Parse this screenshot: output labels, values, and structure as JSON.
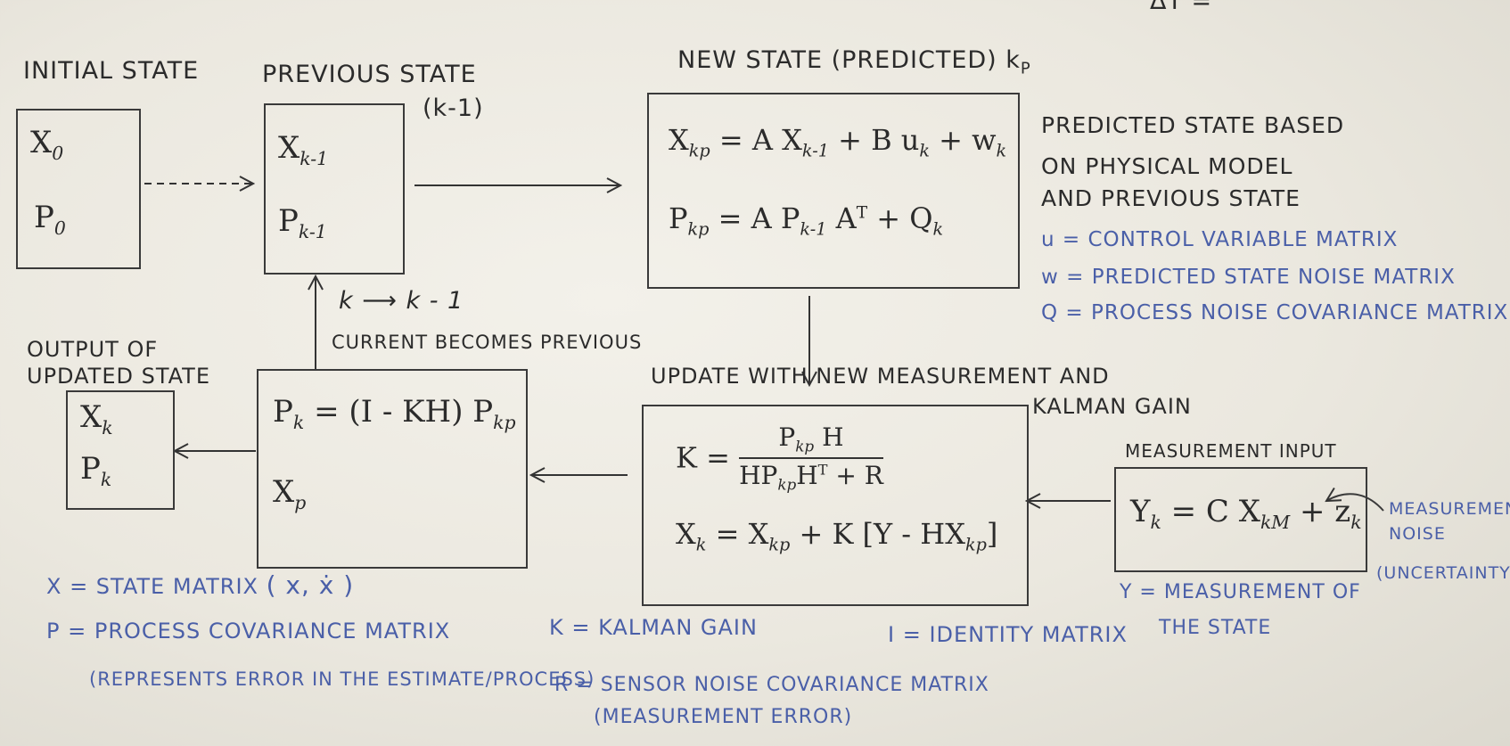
{
  "top_corner": "ΔT =",
  "initial": {
    "title": "INITIAL STATE",
    "x": "X",
    "x_sub": "0",
    "p": "P",
    "p_sub": "0"
  },
  "previous": {
    "title": "PREVIOUS STATE",
    "subtitle": "(k-1)",
    "x": "X",
    "x_sub": "k-1",
    "p": "P",
    "p_sub": "k-1"
  },
  "predicted": {
    "title": "NEW STATE (PREDICTED) k",
    "title_sub": "P",
    "eq1": {
      "lhs": "X",
      "lhs_sub": "kp",
      "rhs1": "= A X",
      "rhs1_sub": "k-1",
      "rhs2": "+ B u",
      "rhs2_sub": "k",
      "rhs3": "+ w",
      "rhs3_sub": "k"
    },
    "eq2": {
      "lhs": "P",
      "lhs_sub": "kp",
      "rhs1": "= A P",
      "rhs1_sub": "k-1",
      "rhs2": "A",
      "rhs2_sup": "T",
      "rhs3": "+ Q",
      "rhs3_sub": "k"
    }
  },
  "notes": {
    "line1": "PREDICTED STATE BASED",
    "line2": "ON PHYSICAL MODEL",
    "line3": "AND PREVIOUS STATE",
    "u_def": "u = CONTROL VARIABLE MATRIX",
    "w_def": "w = PREDICTED STATE NOISE MATRIX",
    "q_def": "Q = PROCESS NOISE COVARIANCE MATRIX"
  },
  "feedback": {
    "relation": "k ⟶ k - 1",
    "caption": "CURRENT BECOMES PREVIOUS"
  },
  "output": {
    "title1": "OUTPUT OF",
    "title2": "UPDATED STATE",
    "x": "X",
    "x_sub": "k",
    "p": "P",
    "p_sub": "k"
  },
  "current": {
    "eq1_lhs": "P",
    "eq1_lhs_sub": "k",
    "eq1_rhs": "= (I - KH) P",
    "eq1_rhs_sub": "kp",
    "x": "X",
    "x_sub": "p"
  },
  "update": {
    "title1": "UPDATE WITH NEW MEASUREMENT AND",
    "title2": "KALMAN GAIN",
    "k_lhs": "K =",
    "k_num": "P",
    "k_num_sub": "kp",
    "k_num_rest": "H",
    "k_den": "HP",
    "k_den_sub": "kp",
    "k_den_rest": "H",
    "k_den_sup": "T",
    "k_den_tail": "+ R",
    "x_lhs": "X",
    "x_lhs_sub": "k",
    "x_rhs1": "= X",
    "x_rhs1_sub": "kp",
    "x_rhs2": "+ K [Y - HX",
    "x_rhs2_sub": "kp",
    "x_rhs3": "]"
  },
  "measurement": {
    "title": "MEASUREMENT INPUT",
    "lhs": "Y",
    "lhs_sub": "k",
    "rhs1": "= C X",
    "rhs1_sub": "kM",
    "rhs2": "+ z",
    "rhs2_sub": "k",
    "noise1": "MEASUREMENT",
    "noise2": "NOISE",
    "noise3": "(UNCERTAINTY)"
  },
  "definitions": {
    "y_def1": "Y = MEASUREMENT OF",
    "y_def2": "THE STATE",
    "x_def": "X = STATE MATRIX",
    "x_def_args": "( x, ẋ )",
    "p_def": "P = PROCESS COVARIANCE MATRIX",
    "p_def2": "(REPRESENTS ERROR IN THE ESTIMATE/PROCESS)",
    "k_def": "K = KALMAN GAIN",
    "i_def": "I = IDENTITY MATRIX",
    "r_def": "R = SENSOR NOISE COVARIANCE MATRIX",
    "r_def2": "(MEASUREMENT ERROR)"
  }
}
